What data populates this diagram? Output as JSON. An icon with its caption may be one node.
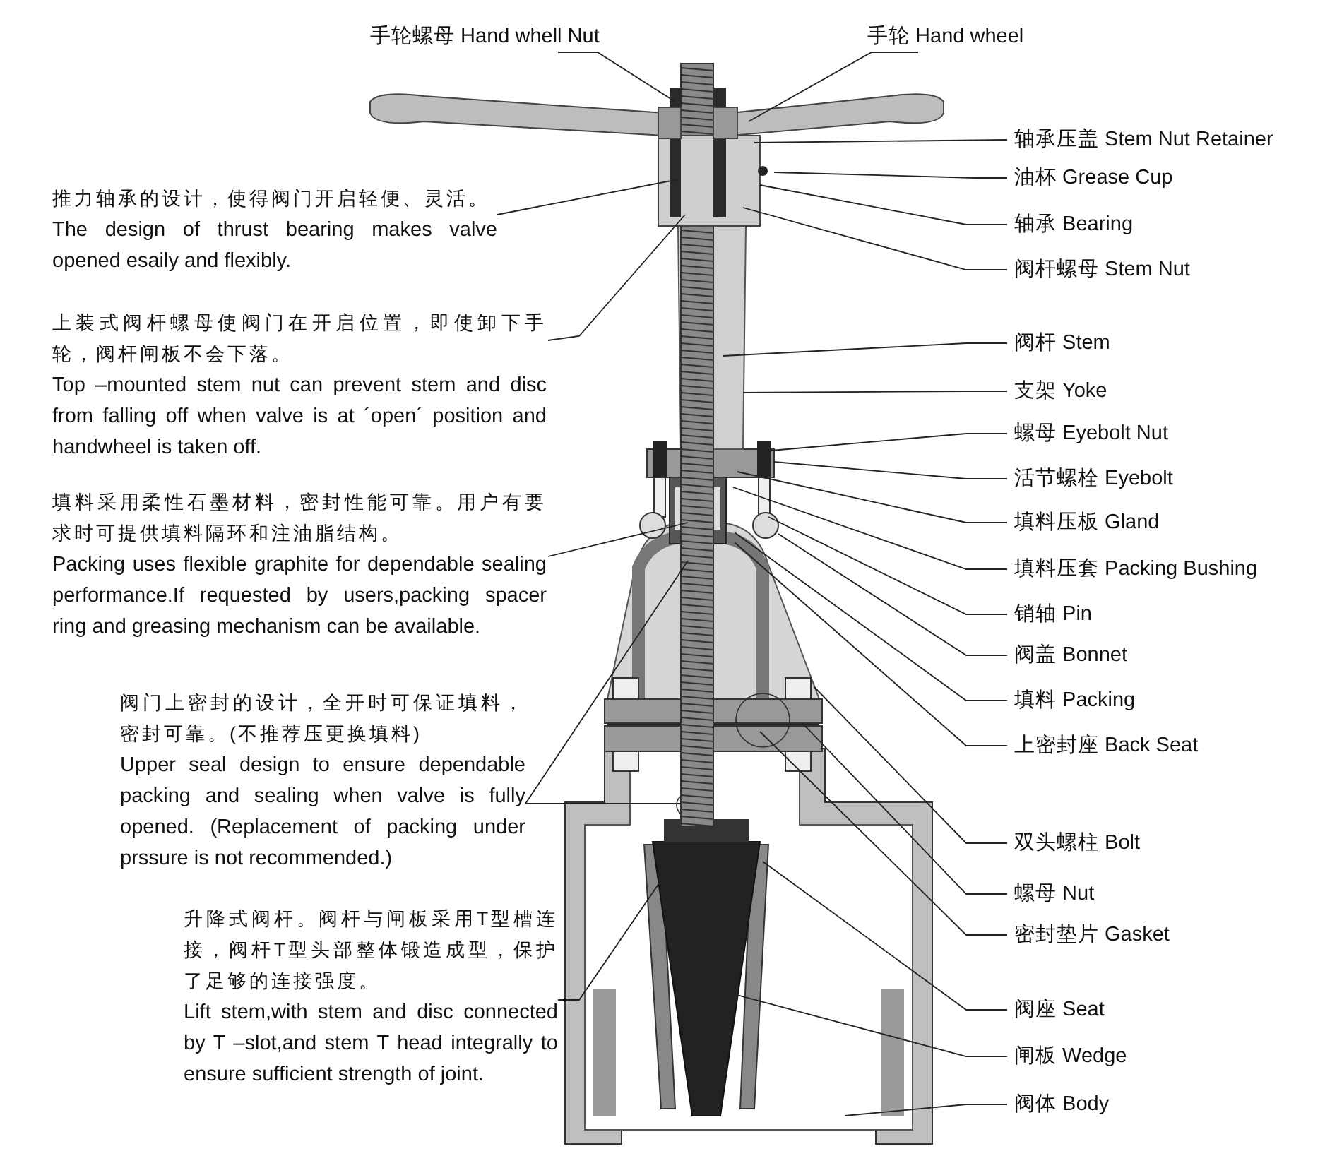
{
  "diagram": {
    "nodes": [
      {
        "text": [
          "手轮螺母 Hand whell Nut"
        ]
      },
      {
        "text": [
          "手轮 Hand wheel"
        ]
      },
      {
        "text": [
          "推力轴承的设计，使得阀门开启轻便、灵活。",
          "The design of thrust bearing makes valve opened esaily and flexibly."
        ]
      },
      {
        "text": [
          "上装式阀杆螺母使阀门在开启位置，即使卸下手轮，阀杆闸板不会下落。",
          "Top –mounted stem nut can prevent stem and disc from falling off when valve is at ´open´ position and handwheel is taken off."
        ]
      },
      {
        "text": [
          "填料采用柔性石墨材料，密封性能可靠。用户有要求时可提供填料隔环和注油脂结构。",
          "Packing uses flexible graphite for dependable sealing performance.If requested by users,packing spacer ring and greasing mechanism can be available."
        ]
      },
      {
        "text": [
          "阀门上密封的设计，全开时可保证填料，密封可靠。(不推荐压更换填料)",
          "Upper seal design to ensure dependable packing and sealing when valve is fully opened. (Replacement of packing under prssure is not recommended.)"
        ]
      },
      {
        "text": [
          "升降式阀杆。阀杆与闸板采用T型槽连接，阀杆T型头部整体锻造成型，保护了足够的连接强度。",
          "Lift stem,with stem and disc connected by T –slot,and stem T head integrally to ensure sufficient strength of joint."
        ]
      },
      {
        "text": [
          "轴承压盖 Stem Nut Retainer"
        ]
      },
      {
        "text": [
          "油杯 Grease Cup"
        ]
      },
      {
        "text": [
          "轴承 Bearing"
        ]
      },
      {
        "text": [
          "阀杆螺母 Stem Nut"
        ]
      },
      {
        "text": [
          "阀杆 Stem"
        ]
      },
      {
        "text": [
          "支架 Yoke"
        ]
      },
      {
        "text": [
          "螺母 Eyebolt Nut"
        ]
      },
      {
        "text": [
          "活节螺栓 Eyebolt"
        ]
      },
      {
        "text": [
          "填料压板 Gland"
        ]
      },
      {
        "text": [
          "填料压套 Packing Bushing"
        ]
      },
      {
        "text": [
          "销轴 Pin"
        ]
      },
      {
        "text": [
          "阀盖 Bonnet"
        ]
      },
      {
        "text": [
          "填料 Packing"
        ]
      },
      {
        "text": [
          "上密封座 Back Seat"
        ]
      },
      {
        "text": [
          "双头螺柱 Bolt"
        ]
      },
      {
        "text": [
          "螺母 Nut"
        ]
      },
      {
        "text": [
          "密封垫片 Gasket"
        ]
      },
      {
        "text": [
          "阀座 Seat"
        ]
      },
      {
        "text": [
          "闸板 Wedge"
        ]
      },
      {
        "text": [
          "阀体 Body"
        ]
      }
    ],
    "edges": [
      {
        "from": 0,
        "to": null,
        "arrow": "none"
      },
      {
        "from": 1,
        "to": null,
        "arrow": "none"
      },
      {
        "from": 2,
        "to": null,
        "arrow": "none"
      },
      {
        "from": 3,
        "to": null,
        "arrow": "none"
      },
      {
        "from": 4,
        "to": null,
        "arrow": "none"
      },
      {
        "from": 5,
        "to": null,
        "arrow": "none"
      },
      {
        "from": 5,
        "to": null,
        "arrow": "none"
      },
      {
        "from": 6,
        "to": null,
        "arrow": "none"
      },
      {
        "from": 7,
        "to": null,
        "arrow": "none"
      },
      {
        "from": 8,
        "to": null,
        "arrow": "none"
      },
      {
        "from": 9,
        "to": null,
        "arrow": "none"
      },
      {
        "from": 10,
        "to": null,
        "arrow": "none"
      },
      {
        "from": 11,
        "to": null,
        "arrow": "none"
      },
      {
        "from": 12,
        "to": null,
        "arrow": "none"
      },
      {
        "from": 13,
        "to": null,
        "arrow": "none"
      },
      {
        "from": 14,
        "to": null,
        "arrow": "none"
      },
      {
        "from": 15,
        "to": null,
        "arrow": "none"
      },
      {
        "from": 16,
        "to": null,
        "arrow": "none"
      },
      {
        "from": 17,
        "to": null,
        "arrow": "none"
      },
      {
        "from": 18,
        "to": null,
        "arrow": "none"
      },
      {
        "from": 19,
        "to": null,
        "arrow": "none"
      },
      {
        "from": 20,
        "to": null,
        "arrow": "none"
      },
      {
        "from": 21,
        "to": null,
        "arrow": "none"
      },
      {
        "from": 22,
        "to": null,
        "arrow": "none"
      },
      {
        "from": 23,
        "to": null,
        "arrow": "none"
      },
      {
        "from": 24,
        "to": null,
        "arrow": "none"
      },
      {
        "from": 25,
        "to": null,
        "arrow": "none"
      },
      {
        "from": 26,
        "to": null,
        "arrow": "none"
      }
    ]
  }
}
